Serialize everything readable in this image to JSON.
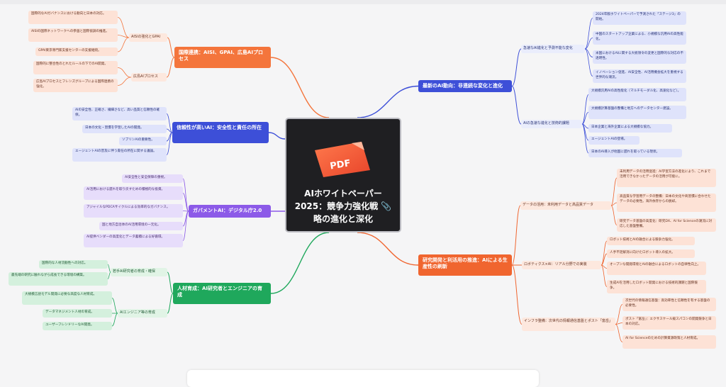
{
  "center": {
    "title_line1": "AIホワイトペーパー",
    "title_line2": "2025：競争力強化戦",
    "title_line3": "略の進化と深化",
    "icon_label": "PDF",
    "icon": "pdf-file-icon",
    "link_icon": "paperclip-icon"
  },
  "branches": {
    "intl": {
      "label": "国際連携：AISI、GPAI、広島AIプロセス",
      "color": "#f4753c",
      "groups": [
        {
          "label": "AISIの強化とGPAI",
          "items": [
            "国際的なAIガバナンスにおける動向と日本の対応。",
            "AISIの国際ネットワークへの参画と国際協調の推進。",
            "GPAI東京専門家支援センターの支援継続。"
          ]
        },
        {
          "label": "広島AIプロセス",
          "items": [
            "国際的に整合性のとれたルールの下でのAI開発。",
            "広島AIプロセスとフレンズグループによる国際連携の強化。"
          ]
        }
      ]
    },
    "trust": {
      "label": "信頼性が高いAI：安全性と責任の所在",
      "color": "#3d4fd8",
      "items": [
        "AIの安全性、正確さ、繊細さなど、高い品質と信頼性の確保。",
        "日本の文化・習慣を学習したAIの開発。",
        "ソブリンAIの重要性。",
        "エージェントAIの普及に伴う責任の所在に関する議論。"
      ]
    },
    "gov": {
      "label": "ガバメントAI：デジタル庁2.0",
      "color": "#8c5ae8",
      "items": [
        "AI安全性と安全保障の重視。",
        "AI活用における遅れを取り戻すための積極的な投資。",
        "アジャイルなPDCAサイクルによる効率的なガバナンス。",
        "国と地方自治体のAI活用環境の一元化。",
        "AI提供ベンダーの高度化とデータ蓄積による好循環。"
      ]
    },
    "hr": {
      "label": "人材育成：AI研究者とエンジニアの育成",
      "color": "#1fa85c",
      "groups": [
        {
          "label": "若手AI研究者の育成・確保",
          "items": [
            "国際的な人材流動性への対応。",
            "最先端の研究に触れながら成長できる環境の構築。"
          ]
        },
        {
          "label": "AIエンジニア等の育成",
          "items": [
            "大規模言語モデル開発に必要な高度な人材育成。",
            "データマネジメント人材の育成。",
            "ユーザーフレンドリーなAI開発。"
          ]
        }
      ]
    },
    "trend": {
      "label": "最新のAI動向：非連続な変化と進化",
      "color": "#3d4fd8",
      "groups": [
        {
          "label": "急速なAI進化と予測不能な変化",
          "items": [
            "2024年版ホワイトペーパーで予測された「ステージ3」の開始。",
            "中国のスタートアップ企業による、小規模な汎用AIの高性能化。",
            "米国におけるAIに関する大統領令の変更と国際的な対応の不透明性。",
            "イノベーション促進、AI安全性、AI活用機会拡大を重視する世界的な潮流。"
          ]
        },
        {
          "label": "AIの急速な進化と技術的課題",
          "items": [
            "大規模汎用AIの高性能化（マルチモーダル化、高速化など）。",
            "大規模計算基盤の整備と地方へのデータセンター建設。",
            "日本企業と海外企業による大規模な協力。",
            "エージェントAIの登場。",
            "日本のAI導入が他国に遅れを取っている現状。"
          ]
        }
      ]
    },
    "rnd": {
      "label": "研究開発と利活用の推進：AIによる生産性の刷新",
      "color": "#f0652f",
      "groups": [
        {
          "label": "データの活用：未利用データと高品質データ",
          "items": [
            "未利用データの活用促進：AI学習方法の進化により、これまで活用できなかったデータの活用が可能に。",
            "高品質な学習用データの整備：日本の文化や商習慣に合わせたデータの必要性。海外依存からの脱却。",
            "研究データ基盤の高度化：研究DX、AI for Scienceの潮流に対応した基盤整備。"
          ]
        },
        {
          "label": "ロボティクス×AI：リアル分野での実装",
          "items": [
            "ロボット技術とAIの融合による競争力強化。",
            "人手不足解消に向けたロボット導入の拡大。",
            "オープンな開発環境とAIの融合によるロボットの自律性向上。",
            "生成AIを活用したロボット開発における技術的課題と国際競争。"
          ]
        },
        {
          "label": "インフラ整備：次世代の情報通信基盤とポスト「富岳」",
          "items": [
            "次世代の情報通信基盤：高効率性と信頼性を有する基盤の必要性。",
            "ポスト「富岳」：エクサスケール級スパコンの開発競争と日本の対応。",
            "AI for Scienceのための計算資源政策と人材育成。"
          ]
        }
      ]
    }
  }
}
